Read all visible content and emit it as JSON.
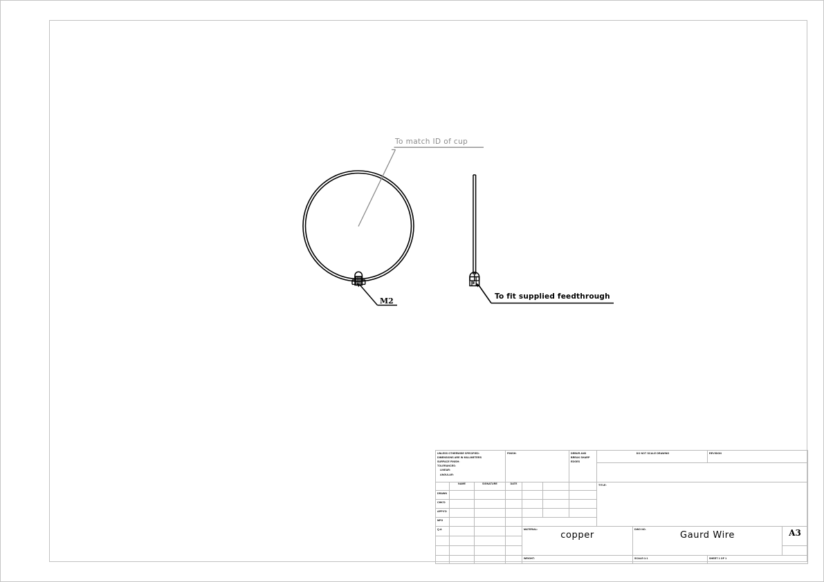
{
  "document": {
    "sheet_size": "A3",
    "part_title": "Gaurd Wire",
    "material_value": "copper"
  },
  "annotations": {
    "id_of_cup": "To match ID of cup",
    "id_of_cup_color": "#8a8a8a",
    "feedthrough": "To fit supplied feedthrough",
    "thread_callout": "M2"
  },
  "title_block": {
    "unless_specified": "UNLESS OTHERWISE SPECIFIED:",
    "dimensions_units": "DIMENSIONS ARE IN MILLIMETERS",
    "surface_finish": "SURFACE FINISH:",
    "tolerances": "TOLERANCES:",
    "tolerance_linear": "LINEAR:",
    "tolerance_angular": "ANGULAR:",
    "finish_label": "FINISH:",
    "deburr_line1": "DEBUR AND",
    "deburr_line2": "BREAK SHARP",
    "deburr_line3": "EDGES",
    "do_not_scale": "DO NOT SCALE DRAWING",
    "revision": "REVISION",
    "col_name": "NAME",
    "col_signature": "SIGNATURE",
    "col_date": "DATE",
    "row_drawn": "DRAWN",
    "row_chkd": "CHK'D",
    "row_appvd": "APPV'D",
    "row_mfg": "MFG",
    "row_qa": "Q.A",
    "title_label": "TITLE:",
    "material_label": "MATERIAL:",
    "material_value": "copper",
    "weight_label": "WEIGHT:",
    "dwg_no_label": "DWG NO.",
    "dwg_no_value": "Gaurd Wire",
    "sheet_size": "A3",
    "scale_label": "SCALE:1:1",
    "sheet_label": "SHEET 1 OF 1"
  },
  "colors": {
    "line": "#000000",
    "frame": "#c0c0c0",
    "grid": "#b9b9b9",
    "gray_note": "#8a8a8a"
  }
}
